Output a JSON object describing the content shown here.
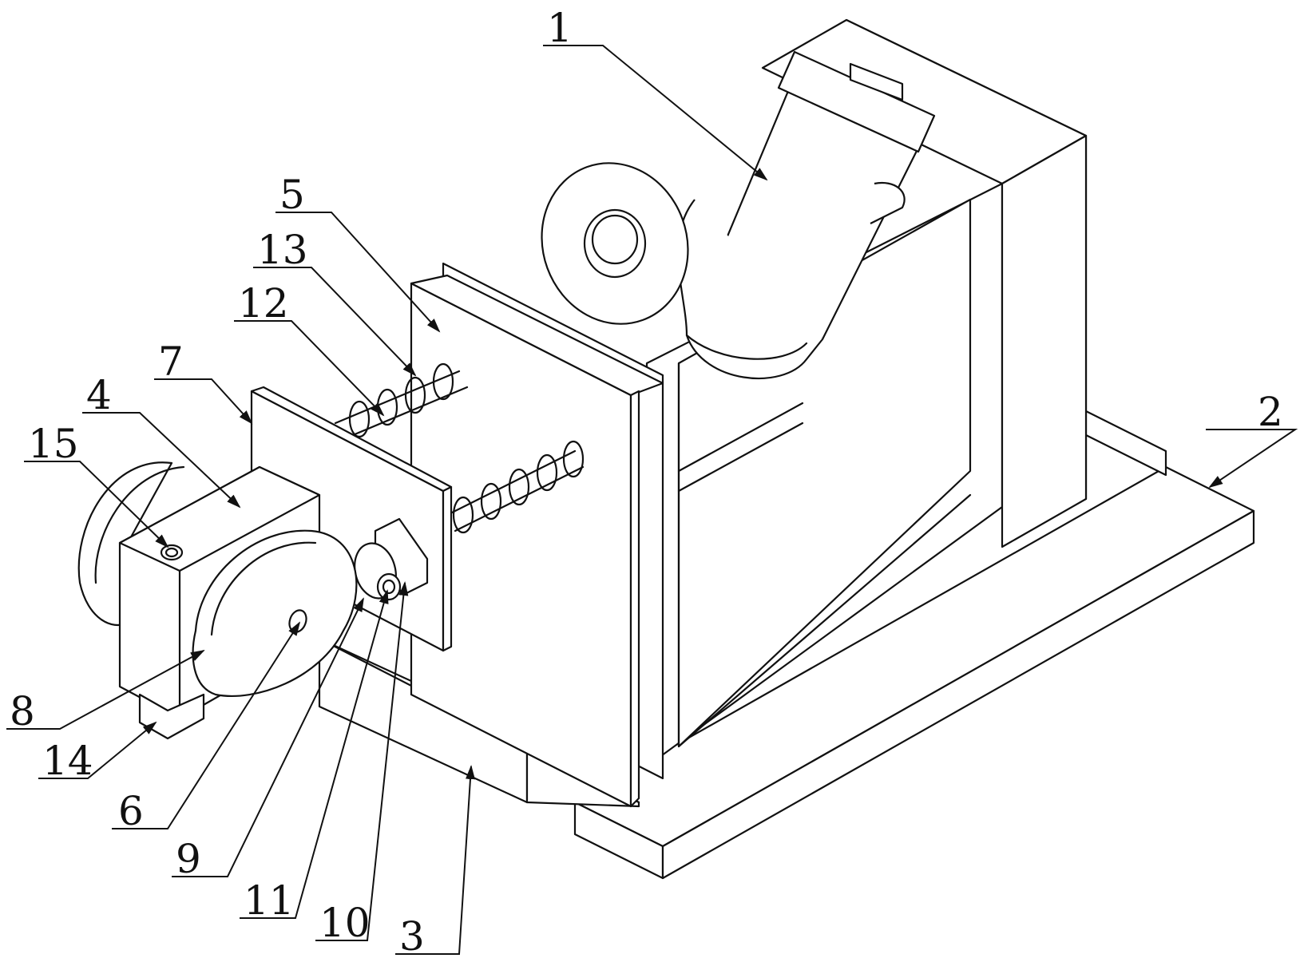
{
  "figure": {
    "type": "patent-perspective-drawing",
    "labels": [
      {
        "id": "1",
        "text": "1"
      },
      {
        "id": "2",
        "text": "2"
      },
      {
        "id": "3",
        "text": "3"
      },
      {
        "id": "4",
        "text": "4"
      },
      {
        "id": "5",
        "text": "5"
      },
      {
        "id": "6",
        "text": "6"
      },
      {
        "id": "7",
        "text": "7"
      },
      {
        "id": "8",
        "text": "8"
      },
      {
        "id": "9",
        "text": "9"
      },
      {
        "id": "10",
        "text": "10"
      },
      {
        "id": "11",
        "text": "11"
      },
      {
        "id": "12",
        "text": "12"
      },
      {
        "id": "13",
        "text": "13"
      },
      {
        "id": "14",
        "text": "14"
      },
      {
        "id": "15",
        "text": "15"
      }
    ]
  }
}
